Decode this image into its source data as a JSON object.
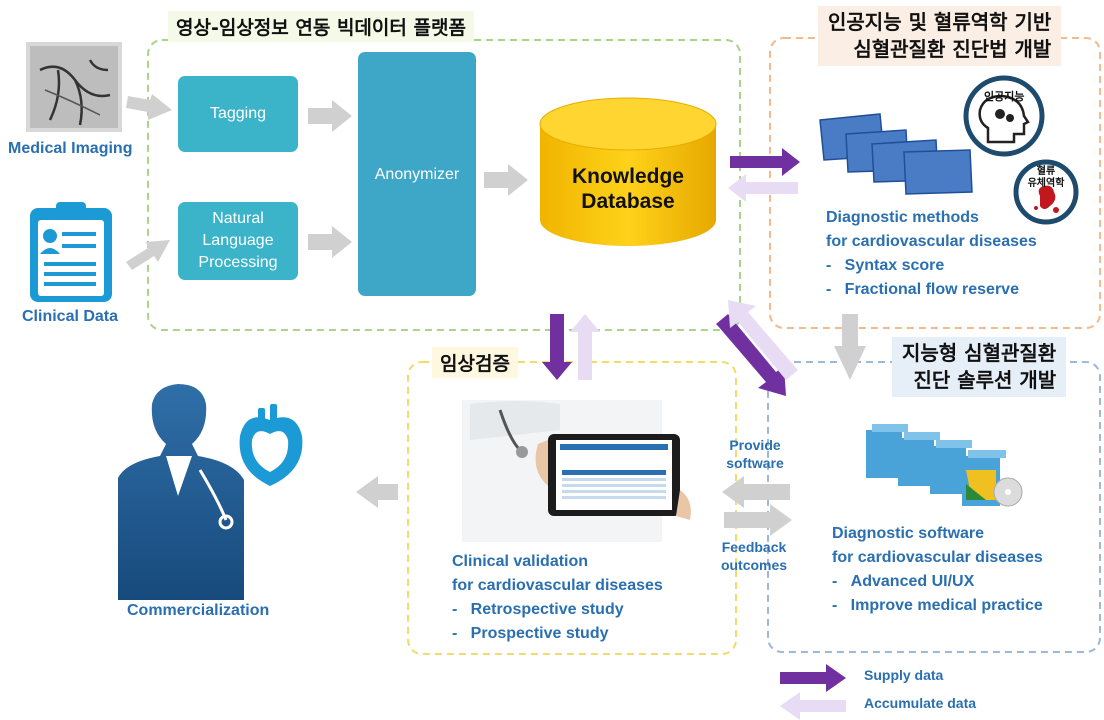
{
  "sections": {
    "platform": "영상-임상정보 연동 빅데이터 플랫폼",
    "ai_title_line1": "인공지능 및 혈류역학 기반",
    "ai_title_line2": "심혈관질환 진단법 개발",
    "solution_title_line1": "지능형 심혈관질환",
    "solution_title_line2": "진단 솔루션 개발",
    "clinical_title": "임상검증"
  },
  "inputs": {
    "imaging": "Medical Imaging",
    "clinical": "Clinical Data"
  },
  "process": {
    "tagging": "Tagging",
    "nlp_line1": "Natural",
    "nlp_line2": "Language",
    "nlp_line3": "Processing",
    "anonymizer": "Anonymizer",
    "db_line1": "Knowledge",
    "db_line2": "Database"
  },
  "badges": {
    "ai": "인공지능",
    "hemo_line1": "혈류",
    "hemo_line2": "유체역학"
  },
  "diagnostic_methods": {
    "title_line1": "Diagnostic methods",
    "title_line2": "for cardiovascular diseases",
    "items": [
      "Syntax score",
      "Fractional flow reserve"
    ]
  },
  "diagnostic_software": {
    "title_line1": "Diagnostic software",
    "title_line2": "for cardiovascular diseases",
    "items": [
      "Advanced UI/UX",
      "Improve medical practice"
    ]
  },
  "clinical_validation": {
    "title_line1": "Clinical validation",
    "title_line2": "for cardiovascular diseases",
    "items": [
      "Retrospective study",
      "Prospective study"
    ]
  },
  "exchange": {
    "provide_line1": "Provide",
    "provide_line2": "software",
    "feedback_line1": "Feedback",
    "feedback_line2": "outcomes"
  },
  "commercialization": "Commercialization",
  "legend": {
    "supply": "Supply data",
    "accumulate": "Accumulate data"
  },
  "colors": {
    "process_box": "#3bb4c9",
    "anonymizer_box": "#3ea7c8",
    "database": "#f7c200",
    "supply_arrow": "#7030a0",
    "accumulate_arrow": "#e8dcf5",
    "text_blue": "#2a6fb0"
  }
}
